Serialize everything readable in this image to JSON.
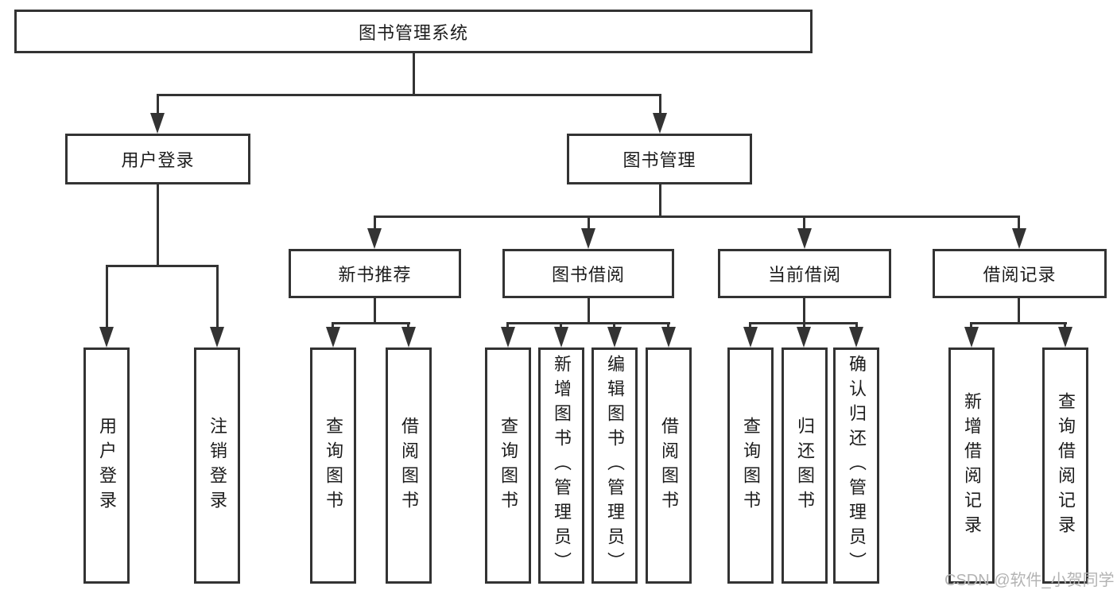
{
  "diagram": {
    "root": {
      "label": "图书管理系统"
    },
    "level2": [
      {
        "label": "用户登录"
      },
      {
        "label": "图书管理"
      }
    ],
    "level3": [
      {
        "label": "新书推荐"
      },
      {
        "label": "图书借阅"
      },
      {
        "label": "当前借阅"
      },
      {
        "label": "借阅记录"
      }
    ],
    "leaves": {
      "user_login": [
        {
          "label": "用户登录"
        },
        {
          "label": "注销登录"
        }
      ],
      "new_books": [
        {
          "label": "查询图书"
        },
        {
          "label": "借阅图书"
        }
      ],
      "borrowing": [
        {
          "label": "查询图书"
        },
        {
          "label": "新增图书（管理员）"
        },
        {
          "label": "编辑图书（管理员）"
        },
        {
          "label": "借阅图书"
        }
      ],
      "current": [
        {
          "label": "查询图书"
        },
        {
          "label": "归还图书"
        },
        {
          "label": "确认归还（管理员）"
        }
      ],
      "records": [
        {
          "label": "新增借阅记录"
        },
        {
          "label": "查询借阅记录"
        }
      ]
    },
    "watermark": "CSDN @软件_小贺同学",
    "colors": {
      "line": "#333333",
      "text": "#1c1c1c",
      "watermark": "#b3b3b3",
      "background": "#ffffff"
    }
  }
}
